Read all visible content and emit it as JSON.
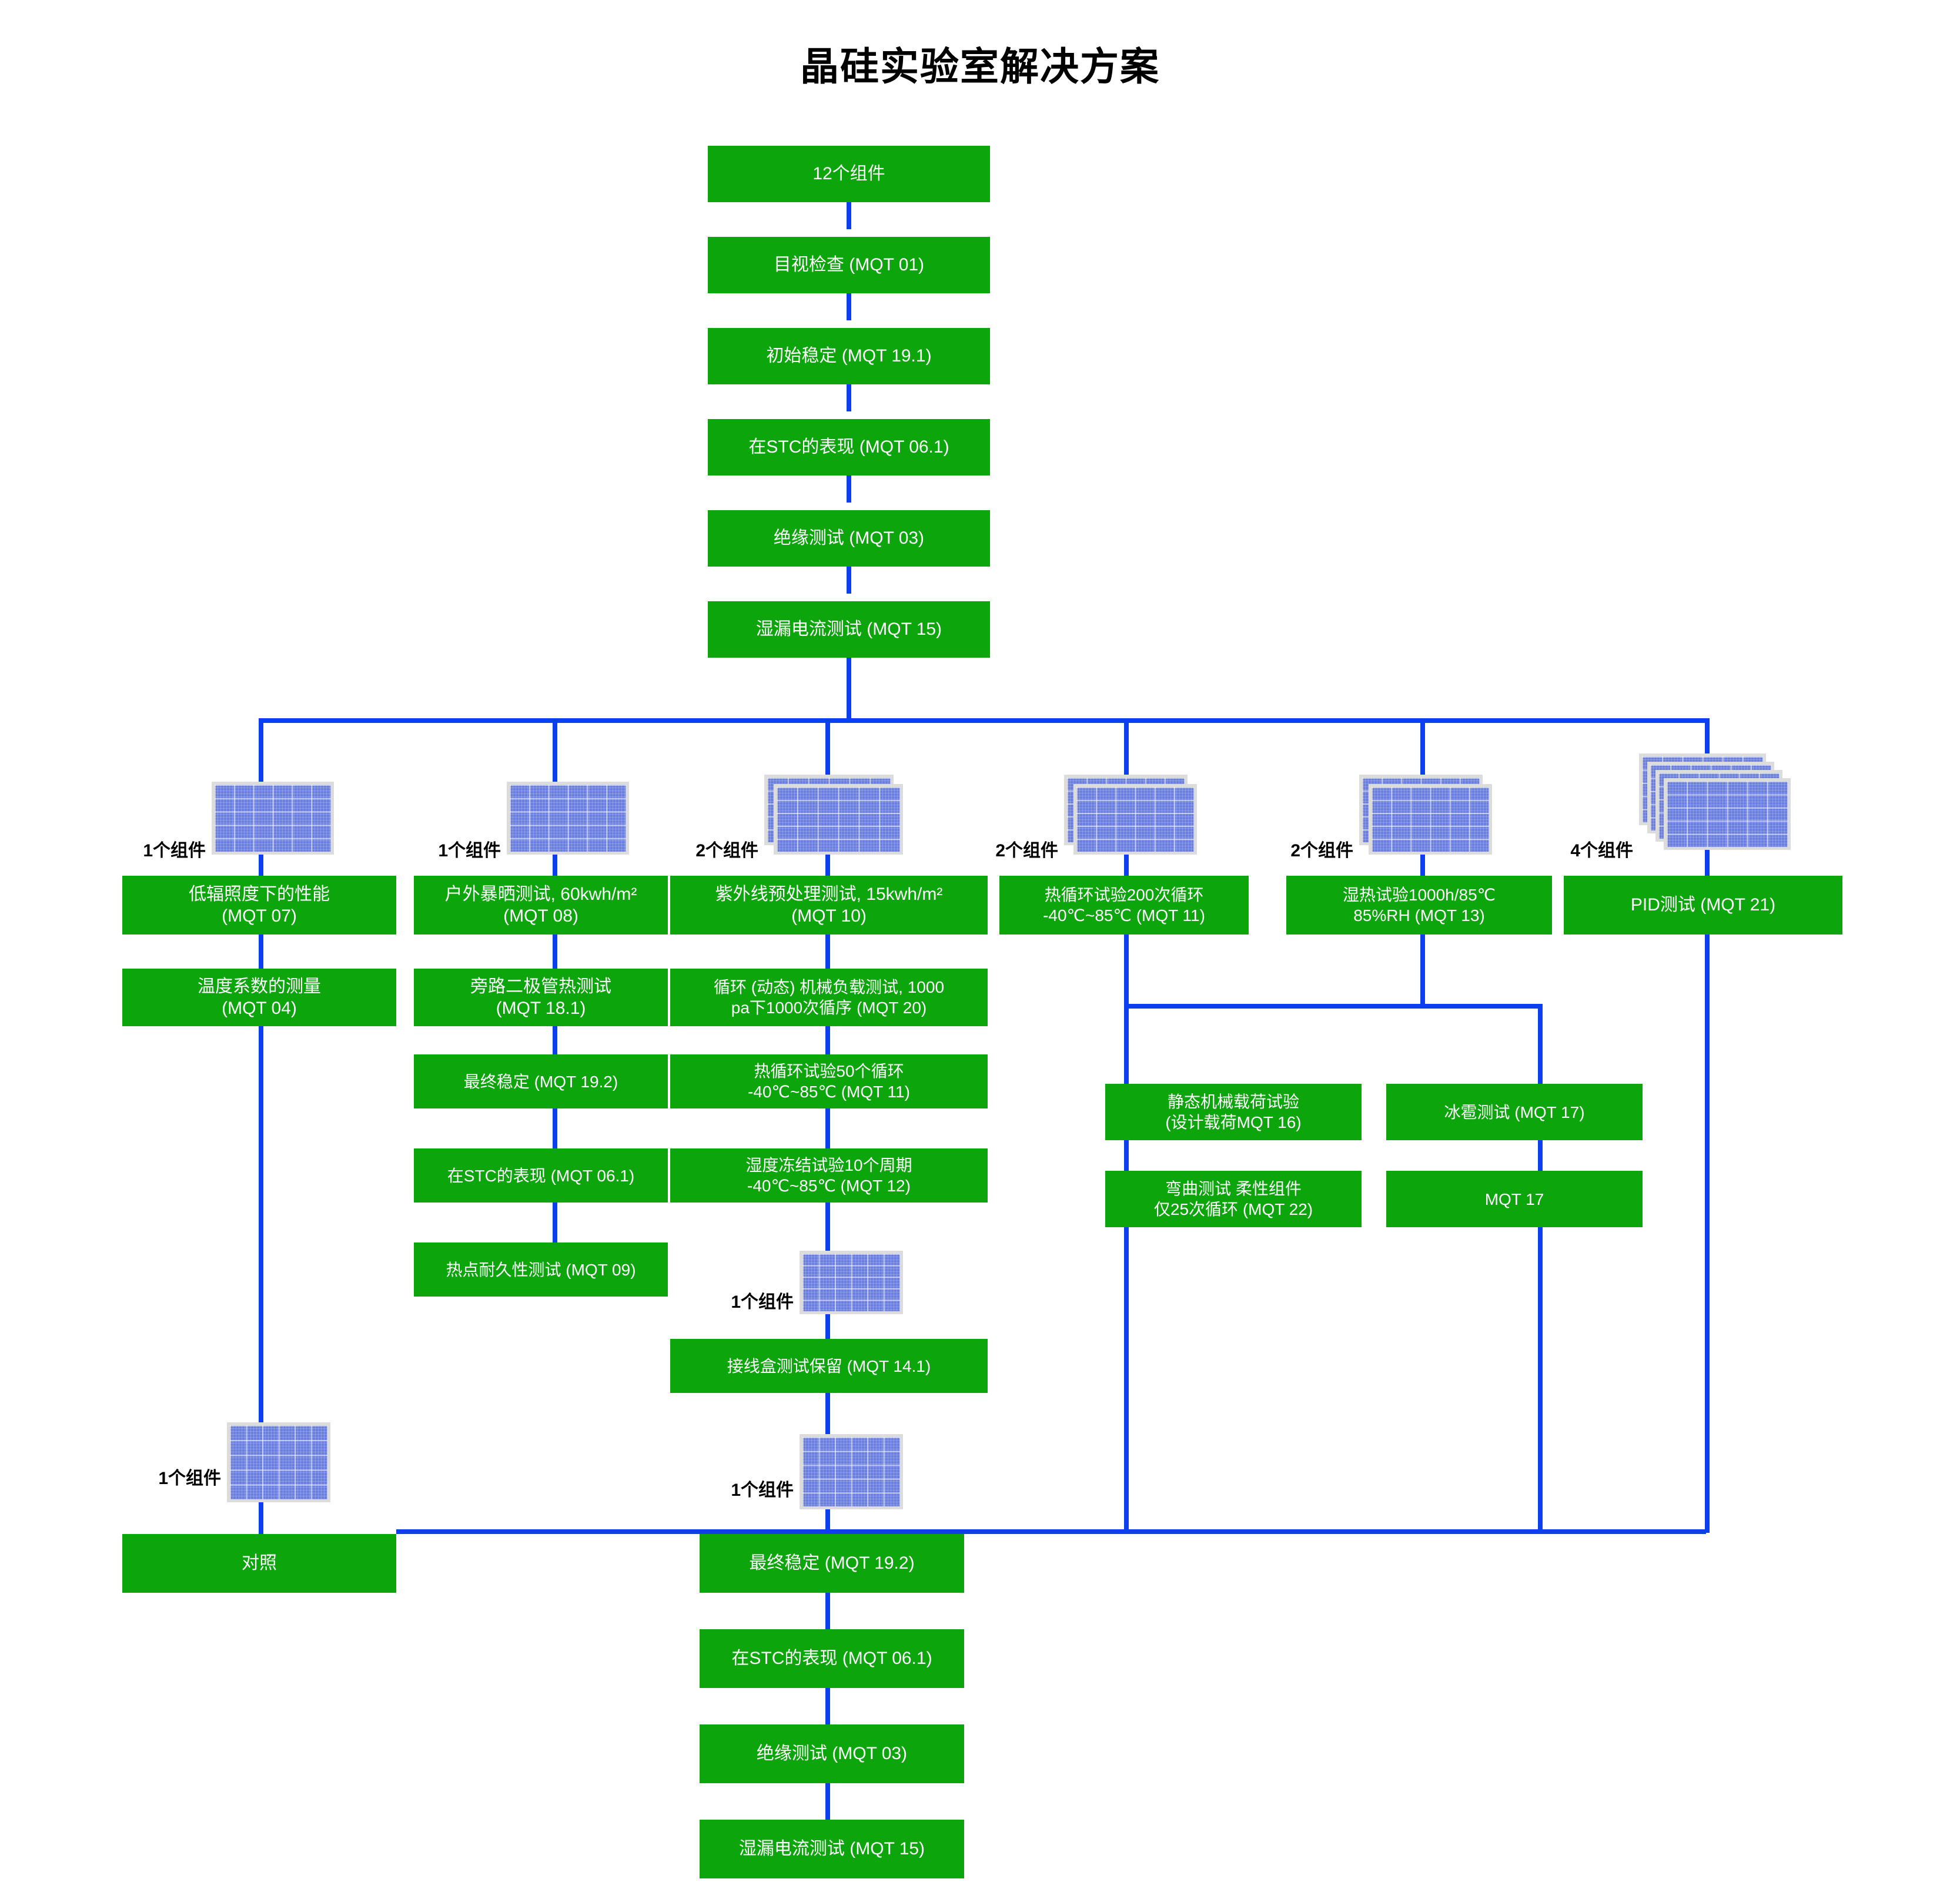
{
  "title": "晶硅实验室解决方案",
  "colors": {
    "box_green": "#0CA50C",
    "connector_blue": "#0B3FEF",
    "panel_blue": "#6b7fe0",
    "panel_frame": "#dcdcdc",
    "text_white": "#ffffff",
    "text_black": "#000000"
  },
  "main_chain": [
    {
      "id": "n1",
      "label": "12个组件"
    },
    {
      "id": "n2",
      "label": "目视检查 (MQT 01)"
    },
    {
      "id": "n3",
      "label": "初始稳定 (MQT 19.1)"
    },
    {
      "id": "n4",
      "label": "在STC的表现 (MQT 06.1)"
    },
    {
      "id": "n5",
      "label": "绝缘测试 (MQT 03)"
    },
    {
      "id": "n6",
      "label": "湿漏电流测试 (MQT 15)"
    }
  ],
  "branch_counts": [
    {
      "id": "c1",
      "label": "1个组件",
      "modules": 1
    },
    {
      "id": "c2",
      "label": "1个组件",
      "modules": 1
    },
    {
      "id": "c3",
      "label": "2个组件",
      "modules": 2
    },
    {
      "id": "c4",
      "label": "2个组件",
      "modules": 2
    },
    {
      "id": "c5",
      "label": "2个组件",
      "modules": 2
    },
    {
      "id": "c6",
      "label": "4个组件",
      "modules": 4
    }
  ],
  "branches": {
    "col1": [
      {
        "id": "b1a",
        "label": "低辐照度下的性能\n(MQT 07)"
      },
      {
        "id": "b1b",
        "label": "温度系数的测量\n(MQT 04)"
      }
    ],
    "col2": [
      {
        "id": "b2a",
        "label": "户外暴晒测试, 60kwh/m²\n(MQT 08)"
      },
      {
        "id": "b2b",
        "label": "旁路二极管热测试\n(MQT 18.1)"
      },
      {
        "id": "b2c",
        "label": "最终稳定 (MQT 19.2)"
      },
      {
        "id": "b2d",
        "label": "在STC的表现 (MQT 06.1)"
      },
      {
        "id": "b2e",
        "label": "热点耐久性测试 (MQT 09)"
      }
    ],
    "col3": [
      {
        "id": "b3a",
        "label": "紫外线预处理测试, 15kwh/m²\n(MQT 10)"
      },
      {
        "id": "b3b",
        "label": "循环 (动态) 机械负载测试, 1000\npa下1000次循序 (MQT 20)"
      },
      {
        "id": "b3c",
        "label": "热循环试验50个循环\n-40℃~85℃ (MQT 11)"
      },
      {
        "id": "b3d",
        "label": "湿度冻结试验10个周期\n-40℃~85℃ (MQT 12)"
      },
      {
        "id": "b3e",
        "label": "接线盒测试保留 (MQT 14.1)"
      }
    ],
    "col4": [
      {
        "id": "b4a",
        "label": "热循环试验200次循环\n-40℃~85℃ (MQT 11)"
      }
    ],
    "col5": [
      {
        "id": "b5a",
        "label": "湿热试验1000h/85℃\n85%RH (MQT 13)"
      }
    ],
    "col6": [
      {
        "id": "b6a",
        "label": "PID测试 (MQT 21)"
      }
    ]
  },
  "sub_branch": {
    "left": [
      {
        "id": "s1",
        "label": "静态机械载荷试验\n(设计载荷MQT 16)"
      },
      {
        "id": "s2",
        "label": "弯曲测试 柔性组件\n仅25次循环 (MQT 22)"
      }
    ],
    "right": [
      {
        "id": "s3",
        "label": "冰雹测试 (MQT 17)"
      },
      {
        "id": "s4",
        "label": "MQT 17"
      }
    ]
  },
  "mid_counts": [
    {
      "id": "mc1",
      "label": "1个组件",
      "modules": 1
    },
    {
      "id": "mc2",
      "label": "1个组件",
      "modules": 1
    },
    {
      "id": "mc3",
      "label": "1个组件",
      "modules": 1
    }
  ],
  "control": {
    "id": "ctl",
    "label": "对照"
  },
  "final_chain": [
    {
      "id": "f1",
      "label": "最终稳定 (MQT 19.2)"
    },
    {
      "id": "f2",
      "label": "在STC的表现 (MQT 06.1)"
    },
    {
      "id": "f3",
      "label": "绝缘测试 (MQT 03)"
    },
    {
      "id": "f4",
      "label": "湿漏电流测试 (MQT 15)"
    }
  ],
  "chart_data": {
    "type": "diagram",
    "title": "晶硅实验室解决方案",
    "diagram_kind": "flowchart",
    "orientation": "top-down",
    "nodes": [
      "12个组件",
      "目视检查 (MQT 01)",
      "初始稳定 (MQT 19.1)",
      "在STC的表现 (MQT 06.1)",
      "绝缘测试 (MQT 03)",
      "湿漏电流测试 (MQT 15)",
      "低辐照度下的性能 (MQT 07)",
      "温度系数的测量 (MQT 04)",
      "户外暴晒测试, 60kwh/m² (MQT 08)",
      "旁路二极管热测试 (MQT 18.1)",
      "最终稳定 (MQT 19.2)",
      "在STC的表现 (MQT 06.1)",
      "热点耐久性测试 (MQT 09)",
      "紫外线预处理测试, 15kwh/m² (MQT 10)",
      "循环 (动态) 机械负载测试, 1000pa下1000次循序 (MQT 20)",
      "热循环试验50个循环 -40℃~85℃ (MQT 11)",
      "湿度冻结试验10个周期 -40℃~85℃ (MQT 12)",
      "接线盒测试保留 (MQT 14.1)",
      "热循环试验200次循环 -40℃~85℃ (MQT 11)",
      "湿热试验1000h/85℃ 85%RH (MQT 13)",
      "静态机械载荷试验 (设计载荷MQT 16)",
      "弯曲测试 柔性组件 仅25次循环 (MQT 22)",
      "冰雹测试 (MQT 17)",
      "MQT 17",
      "PID测试 (MQT 21)",
      "对照",
      "最终稳定 (MQT 19.2)",
      "在STC的表现 (MQT 06.1)",
      "绝缘测试 (MQT 03)",
      "湿漏电流测试 (MQT 15)"
    ],
    "module_allocation": {
      "total": 12,
      "branches": [
        1,
        1,
        2,
        2,
        2,
        4
      ]
    }
  }
}
